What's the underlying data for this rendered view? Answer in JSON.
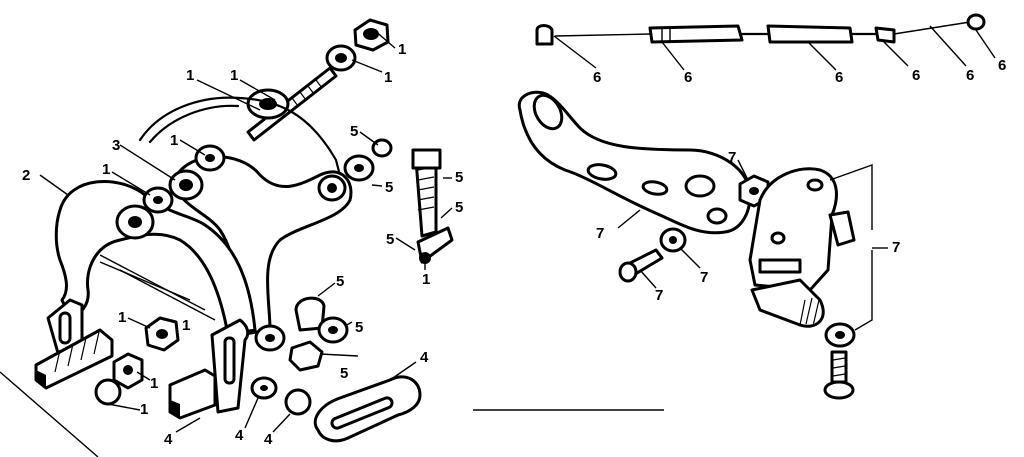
{
  "callouts": [
    {
      "id": "c01",
      "text": "1"
    },
    {
      "id": "c02",
      "text": "1"
    },
    {
      "id": "c03",
      "text": "1"
    },
    {
      "id": "c04",
      "text": "1"
    },
    {
      "id": "c05",
      "text": "1"
    },
    {
      "id": "c06",
      "text": "1"
    },
    {
      "id": "c07",
      "text": "1"
    },
    {
      "id": "c08",
      "text": "1"
    },
    {
      "id": "c09",
      "text": "1"
    },
    {
      "id": "c10",
      "text": "1"
    },
    {
      "id": "c11",
      "text": "1"
    },
    {
      "id": "c12",
      "text": "2"
    },
    {
      "id": "c13",
      "text": "3"
    },
    {
      "id": "c14",
      "text": "4"
    },
    {
      "id": "c15",
      "text": "4"
    },
    {
      "id": "c16",
      "text": "4"
    },
    {
      "id": "c17",
      "text": "4"
    },
    {
      "id": "c18",
      "text": "5"
    },
    {
      "id": "c19",
      "text": "5"
    },
    {
      "id": "c20",
      "text": "5"
    },
    {
      "id": "c21",
      "text": "5"
    },
    {
      "id": "c22",
      "text": "5"
    },
    {
      "id": "c23",
      "text": "5"
    },
    {
      "id": "c24",
      "text": "5"
    },
    {
      "id": "c25",
      "text": "5"
    },
    {
      "id": "c26",
      "text": "6"
    },
    {
      "id": "c27",
      "text": "6"
    },
    {
      "id": "c28",
      "text": "6"
    },
    {
      "id": "c29",
      "text": "6"
    },
    {
      "id": "c30",
      "text": "6"
    },
    {
      "id": "c31",
      "text": "6"
    },
    {
      "id": "c32",
      "text": "7"
    },
    {
      "id": "c33",
      "text": "7"
    },
    {
      "id": "c34",
      "text": "7"
    },
    {
      "id": "c35",
      "text": "7"
    },
    {
      "id": "c36",
      "text": "7"
    }
  ]
}
